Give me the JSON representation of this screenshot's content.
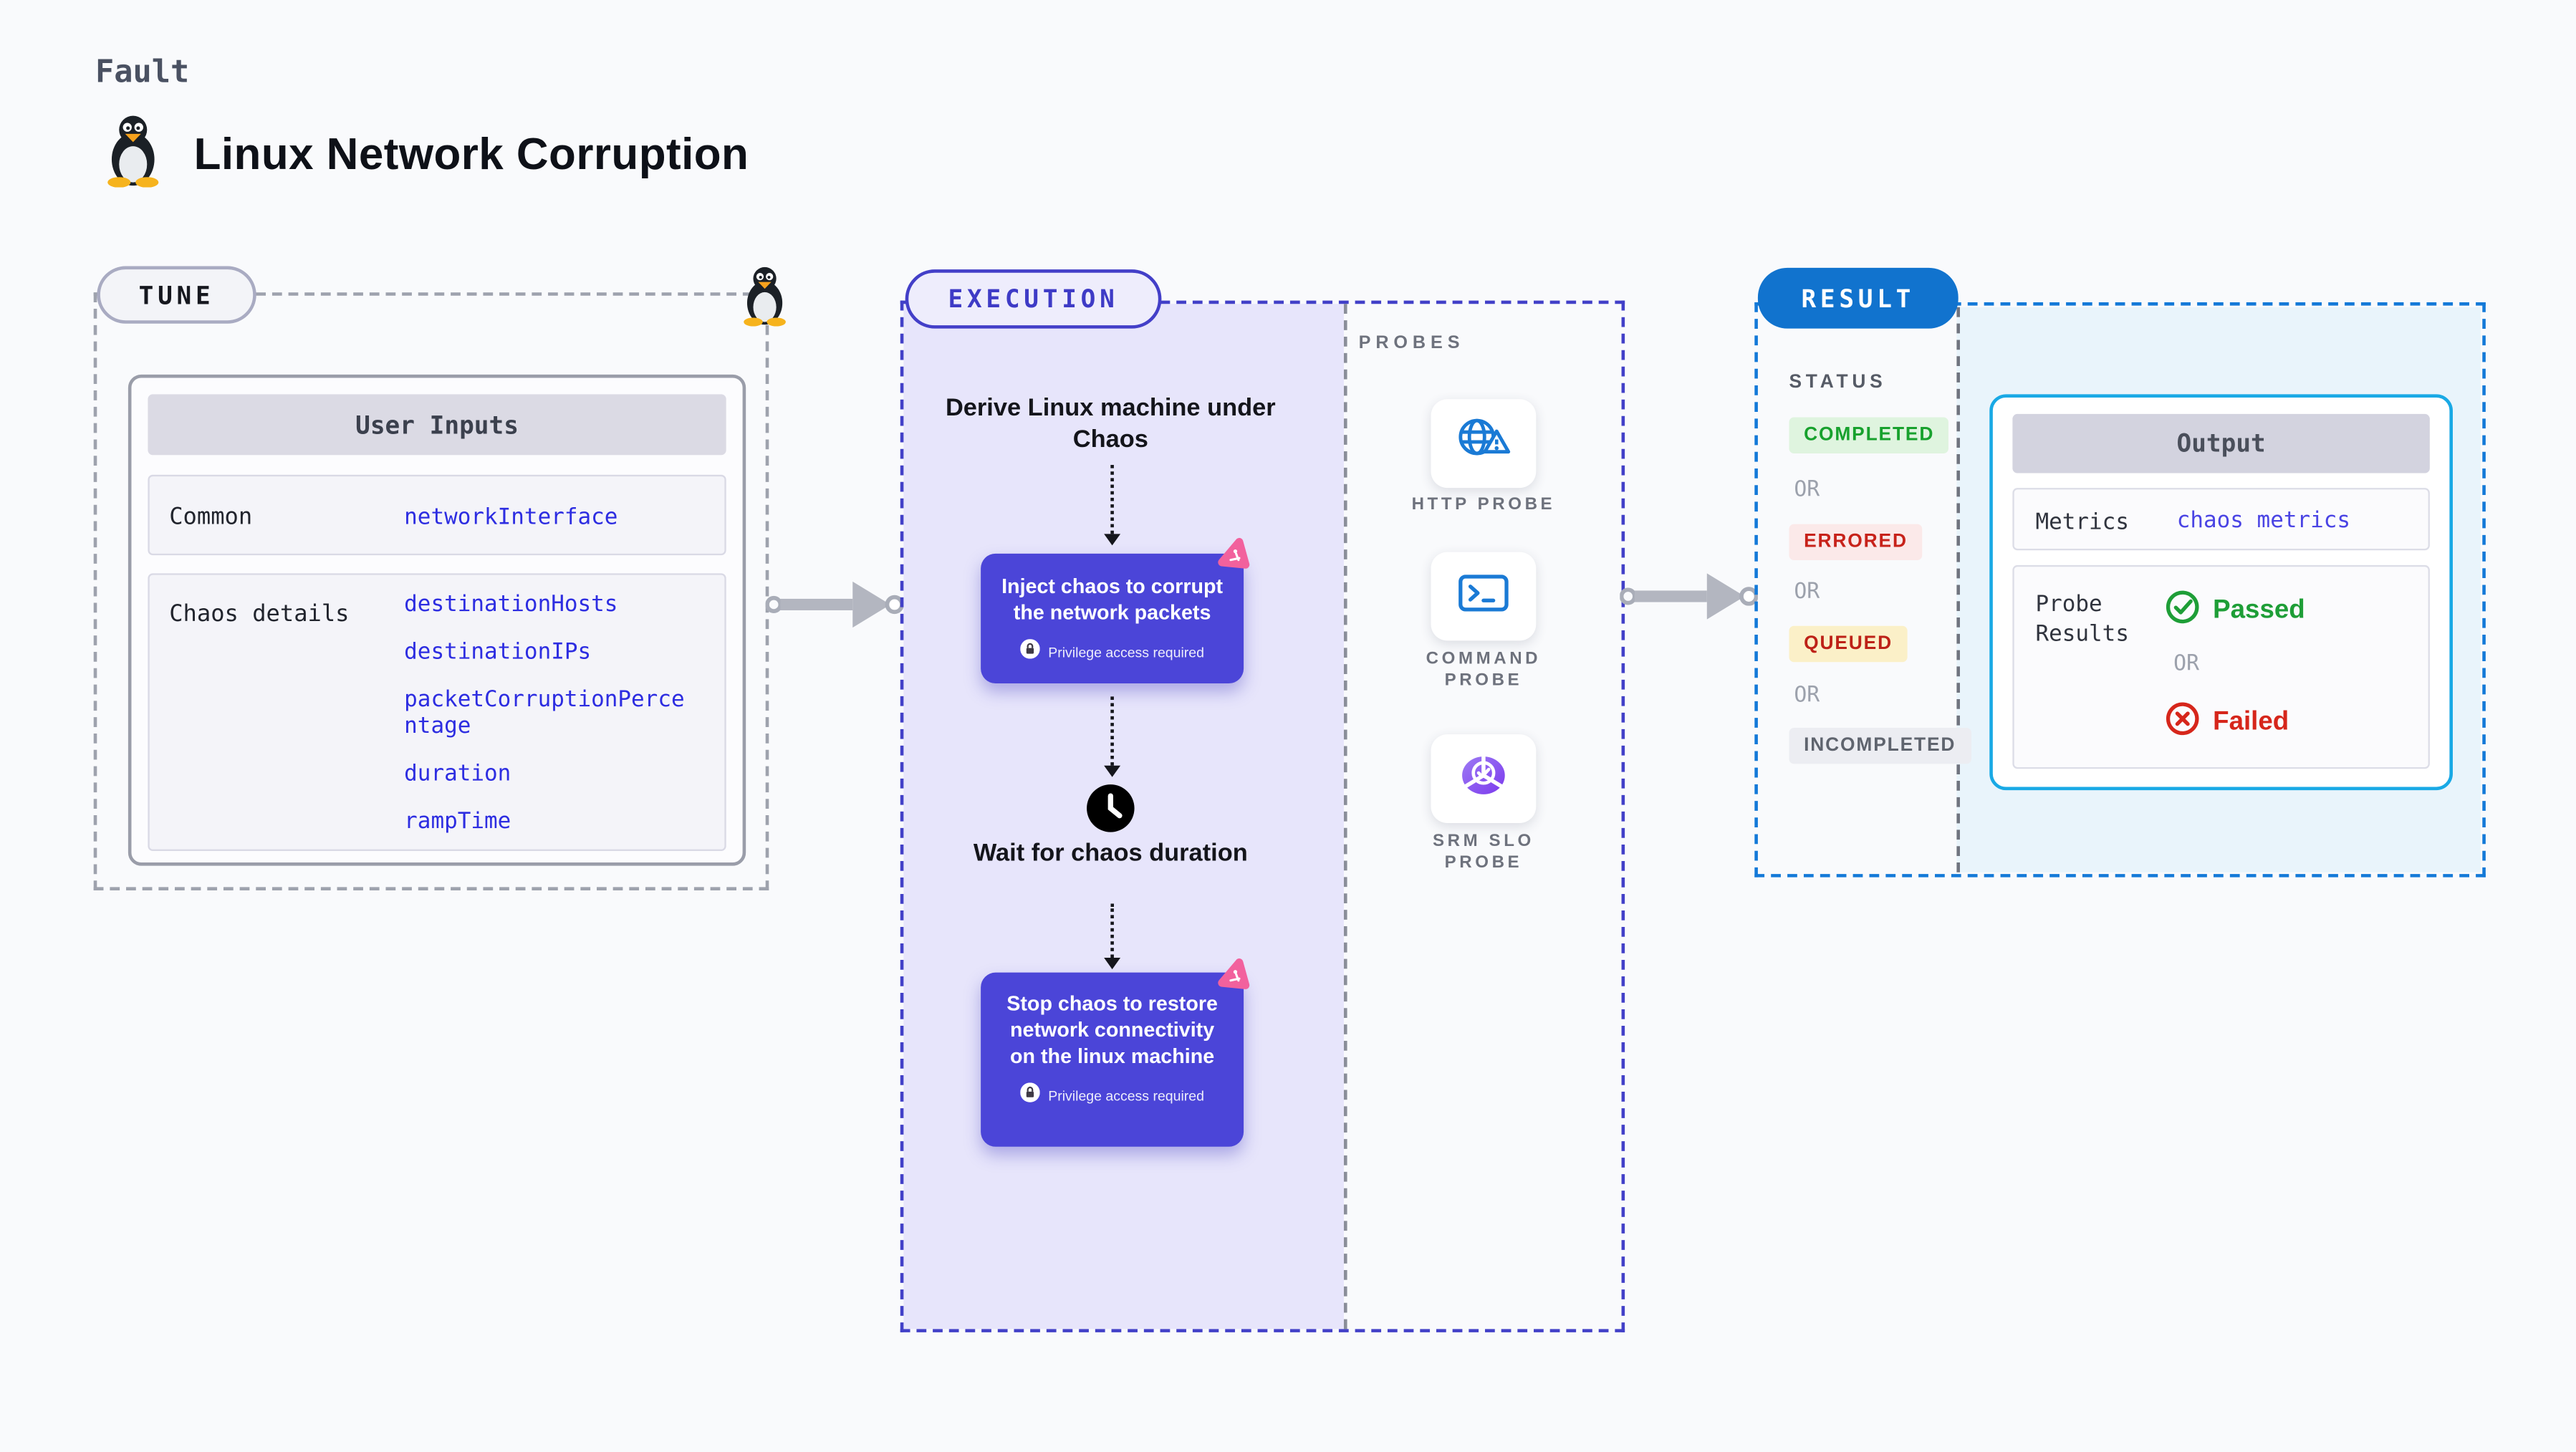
{
  "header": {
    "eyebrow": "Fault",
    "title": "Linux Network Corruption"
  },
  "tune": {
    "label": "TUNE",
    "table_title": "User Inputs",
    "rows": [
      {
        "label": "Common",
        "values": [
          "networkInterface"
        ]
      },
      {
        "label": "Chaos details",
        "values": [
          "destinationHosts",
          "destinationIPs",
          "packetCorruptionPercentage",
          "duration",
          "rampTime"
        ]
      }
    ]
  },
  "execution": {
    "label": "EXECUTION",
    "derive_text": "Derive Linux machine under Chaos",
    "inject_text": "Inject chaos to corrupt the network packets",
    "wait_text": "Wait for chaos duration",
    "stop_text": "Stop chaos to restore network connectivity on the linux machine",
    "privilege_note": "Privilege access required"
  },
  "probes": {
    "label": "PROBES",
    "items": [
      {
        "name": "HTTP PROBE",
        "icon": "globe-warning-icon"
      },
      {
        "name": "COMMAND PROBE",
        "icon": "terminal-icon"
      },
      {
        "name": "SRM SLO PROBE",
        "icon": "slo-pie-check-icon"
      }
    ]
  },
  "result": {
    "label": "RESULT",
    "status_label": "STATUS",
    "or": "OR",
    "statuses": [
      {
        "text": "COMPLETED"
      },
      {
        "text": "ERRORED"
      },
      {
        "text": "QUEUED"
      },
      {
        "text": "INCOMPLETED"
      }
    ],
    "output": {
      "title": "Output",
      "metrics_label": "Metrics",
      "metrics_value": "chaos metrics",
      "probe_results_label": "Probe Results",
      "passed": "Passed",
      "failed": "Failed"
    }
  },
  "colors": {
    "page_bg": "#F9FAFC",
    "execution_fill": "#E7E5FB",
    "execution_border": "#4240C8",
    "step_box": "#4B45D8",
    "result_border": "#1379D8",
    "result_pill": "#1173CE",
    "result_fill": "#E9F4FB",
    "output_border": "#19A9E5",
    "value_blue": "#2D2DE1",
    "passed_green": "#1E9E37",
    "failed_red": "#D6261B",
    "chaos_pink": "#F2619D",
    "probe_blue": "#1A7AD5"
  }
}
